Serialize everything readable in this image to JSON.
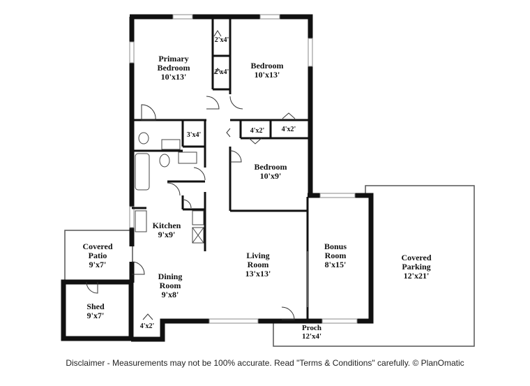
{
  "rooms": {
    "primary_bedroom": {
      "name": "Primary\nBedroom",
      "size": "10'x13'"
    },
    "bedroom_1": {
      "name": "Bedroom",
      "size": "10'x13'"
    },
    "bedroom_2": {
      "name": "Bedroom",
      "size": "10'x9'"
    },
    "kitchen": {
      "name": "Kitchen",
      "size": "9'x9'"
    },
    "covered_patio": {
      "name": "Covered\nPatio",
      "size": "9'x7'"
    },
    "living_room": {
      "name": "Living\nRoom",
      "size": "13'x13'"
    },
    "bonus_room": {
      "name": "Bonus\nRoom",
      "size": "8'x15'"
    },
    "covered_parking": {
      "name": "Covered\nParking",
      "size": "12'x21'"
    },
    "dining_room": {
      "name": "Dining\nRoom",
      "size": "9'x8'"
    },
    "shed": {
      "name": "Shed",
      "size": "9'x7'"
    },
    "porch": {
      "name": "Proch",
      "size": "12'x4'"
    }
  },
  "closets": {
    "closet_a": "2'x4'",
    "closet_b": "2'x4'",
    "closet_c": "3'x4'",
    "closet_d": "4'x2'",
    "closet_e": "4'x2'",
    "closet_f": "4'x2'"
  },
  "disclaimer": "Disclaimer - Measurements may not be 100% accurate. Read \"Terms & Conditions\" carefully. © PlanOmatic"
}
